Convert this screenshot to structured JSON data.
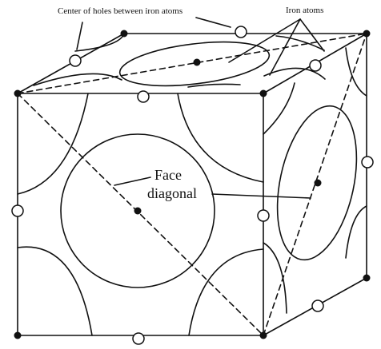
{
  "labels": {
    "holes_center": "Center of holes between iron atoms",
    "iron_atoms": "Iron atoms",
    "face_line1": "Face",
    "face_line2": "diagonal"
  },
  "colors": {
    "stroke": "#111111",
    "background": "#ffffff"
  }
}
